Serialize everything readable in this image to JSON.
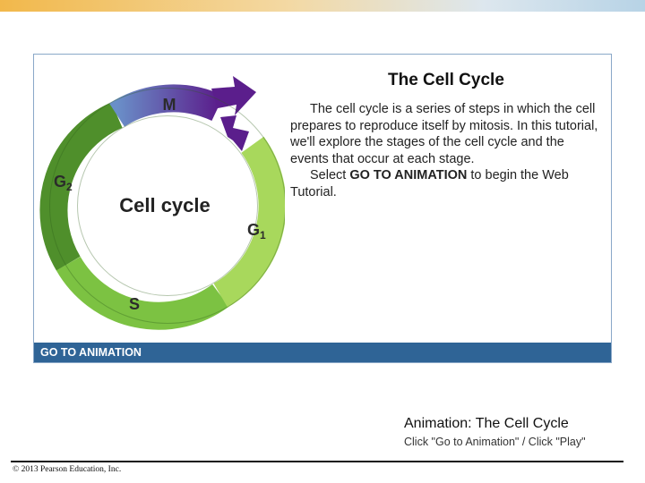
{
  "slide": {
    "caption": "Animation: The Cell Cycle",
    "instruction": "Click \"Go to Animation\" / Click \"Play\"",
    "copyright": "© 2013 Pearson Education, Inc."
  },
  "tutorial": {
    "title": "The Cell Cycle",
    "paragraph_1": "The cell cycle is a series of steps in which the cell prepares to reproduce itself by mitosis. In this tutorial, we'll explore the stages of the cell cycle and the events that occur at each stage.",
    "paragraph_2_pre": "Select ",
    "paragraph_2_bold": "GO TO ANIMATION",
    "paragraph_2_post": " to begin the Web Tutorial.",
    "go_button": "GO TO ANIMATION"
  },
  "diagram": {
    "center_label": "Cell cycle",
    "stage_m": "M",
    "stage_g2": "G",
    "stage_g2_sub": "2",
    "stage_g1": "G",
    "stage_g1_sub": "1",
    "stage_s": "S"
  },
  "colors": {
    "g2": "#4f8f2b",
    "s": "#7cc242",
    "g1": "#a8d85c",
    "m_start": "#6a8fc8",
    "m_end": "#5b1e8c",
    "go_bar": "#2f6496"
  }
}
